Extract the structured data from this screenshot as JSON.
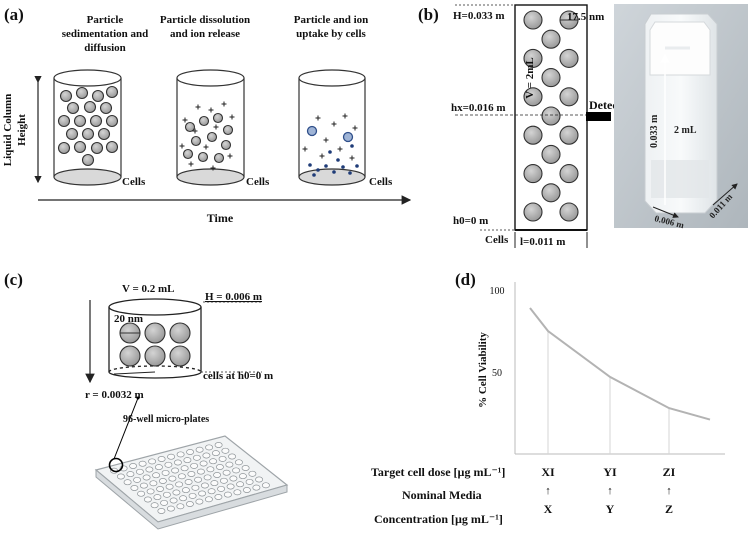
{
  "panel_a": {
    "label": "(a)",
    "stage1_line1": "Particle",
    "stage1_line2": "sedimentation and",
    "stage1_line3": "diffusion",
    "stage2_line1": "Particle dissolution",
    "stage2_line2": "and ion release",
    "stage3_line1": "Particle and ion",
    "stage3_line2": "uptake by cells",
    "yaxis_line1": "Liquid Column",
    "yaxis_line2": "Height",
    "cells": "Cells",
    "time": "Time"
  },
  "panel_b": {
    "label": "(b)",
    "H": "H=0.033 m",
    "hx": "hx=0.016 m",
    "h0": "h0=0 m",
    "size": "17.5 nm",
    "volume": "V = 2mL",
    "detector": "Detector",
    "cells": "Cells",
    "width": "l=0.011 m",
    "photo_height": "0.033 m",
    "photo_volume": "2 mL",
    "photo_width1": "0.006 m",
    "photo_width2": "0.011 m"
  },
  "panel_c": {
    "label": "(c)",
    "volume": "V = 0.2 mL",
    "H": "H = 0.006 m",
    "size": "20 nm",
    "cells": "cells at h0=0 m",
    "radius": "r = 0.0032 m",
    "plate": "96-well micro-plates"
  },
  "panel_d": {
    "label": "(d)",
    "ylabel": "% Cell Viability",
    "target_label": "Target cell dose [µg mL⁻¹]",
    "nominal_label_line1": "Nominal Media",
    "nominal_label_line2": "Concentration [µg mL⁻¹]",
    "targets": [
      "XI",
      "YI",
      "ZI"
    ],
    "nominals": [
      "X",
      "Y",
      "Z"
    ],
    "arrow": "↑"
  },
  "chart_data": {
    "type": "line",
    "title": "",
    "ylabel": "% Cell Viability",
    "xlabel": "",
    "ylim": [
      0,
      100
    ],
    "yticks": [
      100,
      50
    ],
    "categories": [
      "XI",
      "YI",
      "ZI"
    ],
    "series": [
      {
        "values": [
          75,
          47,
          28
        ]
      }
    ]
  }
}
